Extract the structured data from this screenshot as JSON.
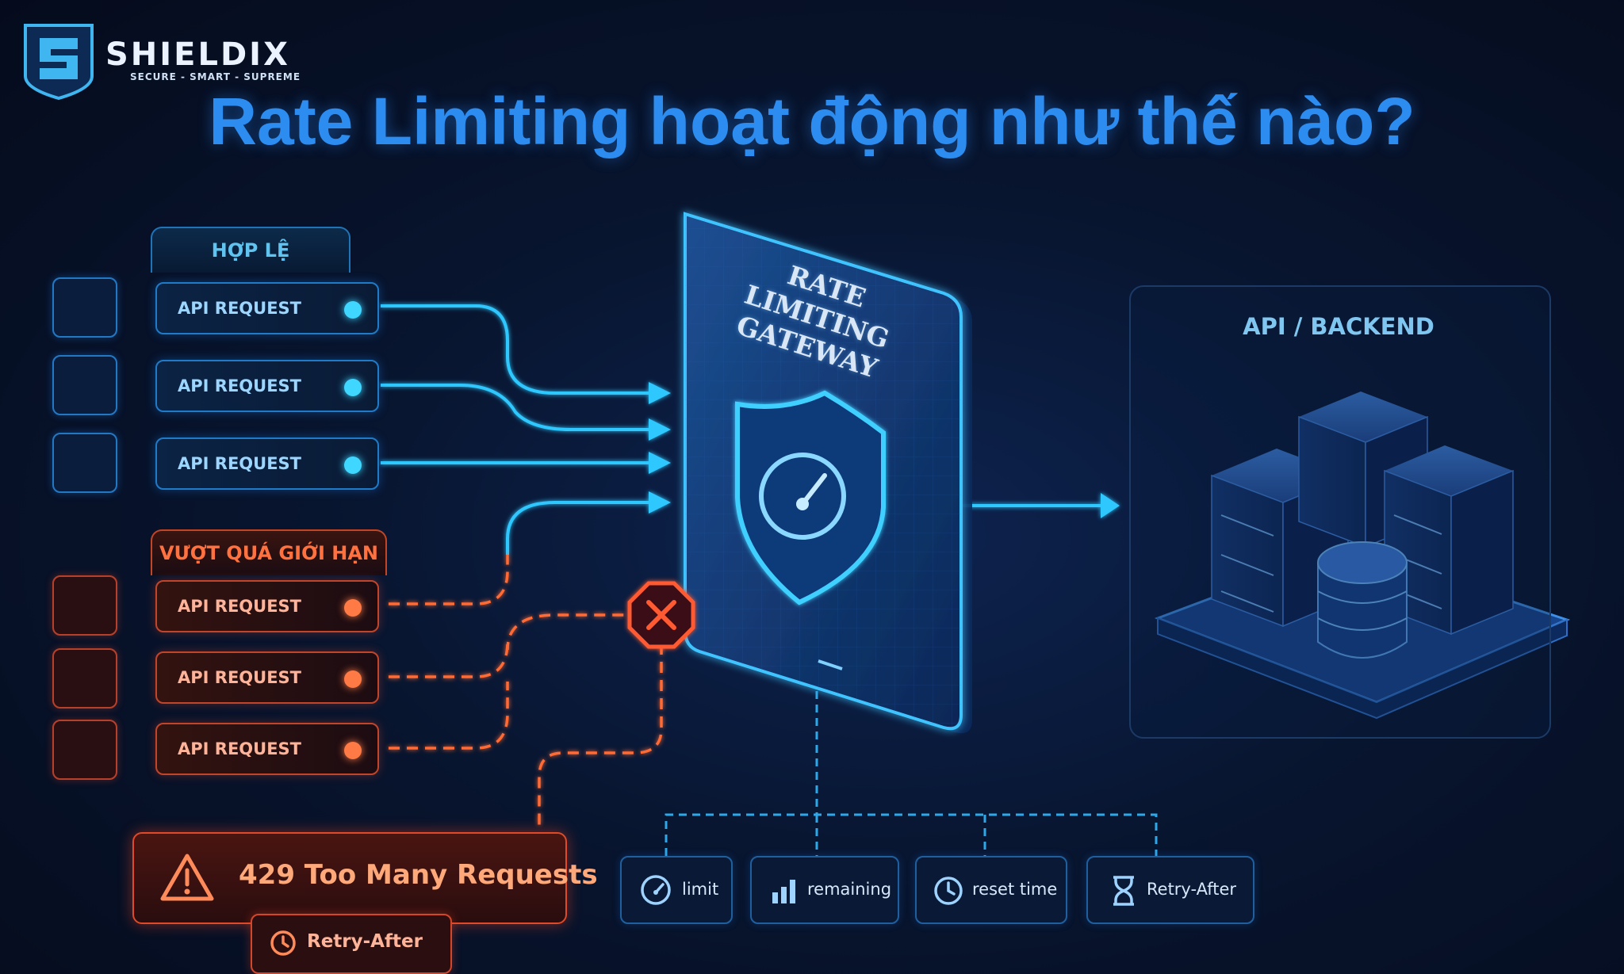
{
  "brand": {
    "name": "SHIELDIX",
    "tagline": "SECURE - SMART - SUPREME"
  },
  "title": "Rate Limiting hoạt động như thế nào?",
  "groups": {
    "valid_label": "HỢP LỆ",
    "over_limit_label": "VƯỢT QUÁ GIỚI HẠN"
  },
  "requests": {
    "valid": [
      "API REQUEST",
      "API REQUEST",
      "API REQUEST"
    ],
    "over_limit": [
      "API REQUEST",
      "API REQUEST",
      "API REQUEST"
    ]
  },
  "gateway": {
    "line1": "RATE LIMITING",
    "line2": "GATEWAY"
  },
  "backend": {
    "title": "API / BACKEND"
  },
  "error": {
    "message": "429 Too Many Requests",
    "retry_label": "Retry-After"
  },
  "headers": [
    {
      "label": "limit",
      "icon": "gauge-icon"
    },
    {
      "label": "remaining",
      "icon": "bar-chart-icon"
    },
    {
      "label": "reset time",
      "icon": "clock-icon"
    },
    {
      "label": "Retry-After",
      "icon": "hourglass-icon"
    }
  ],
  "colors": {
    "allowed": "#2ec8ff",
    "blocked": "#ff6a35",
    "title": "#2c8cf0",
    "background": "#071026"
  }
}
